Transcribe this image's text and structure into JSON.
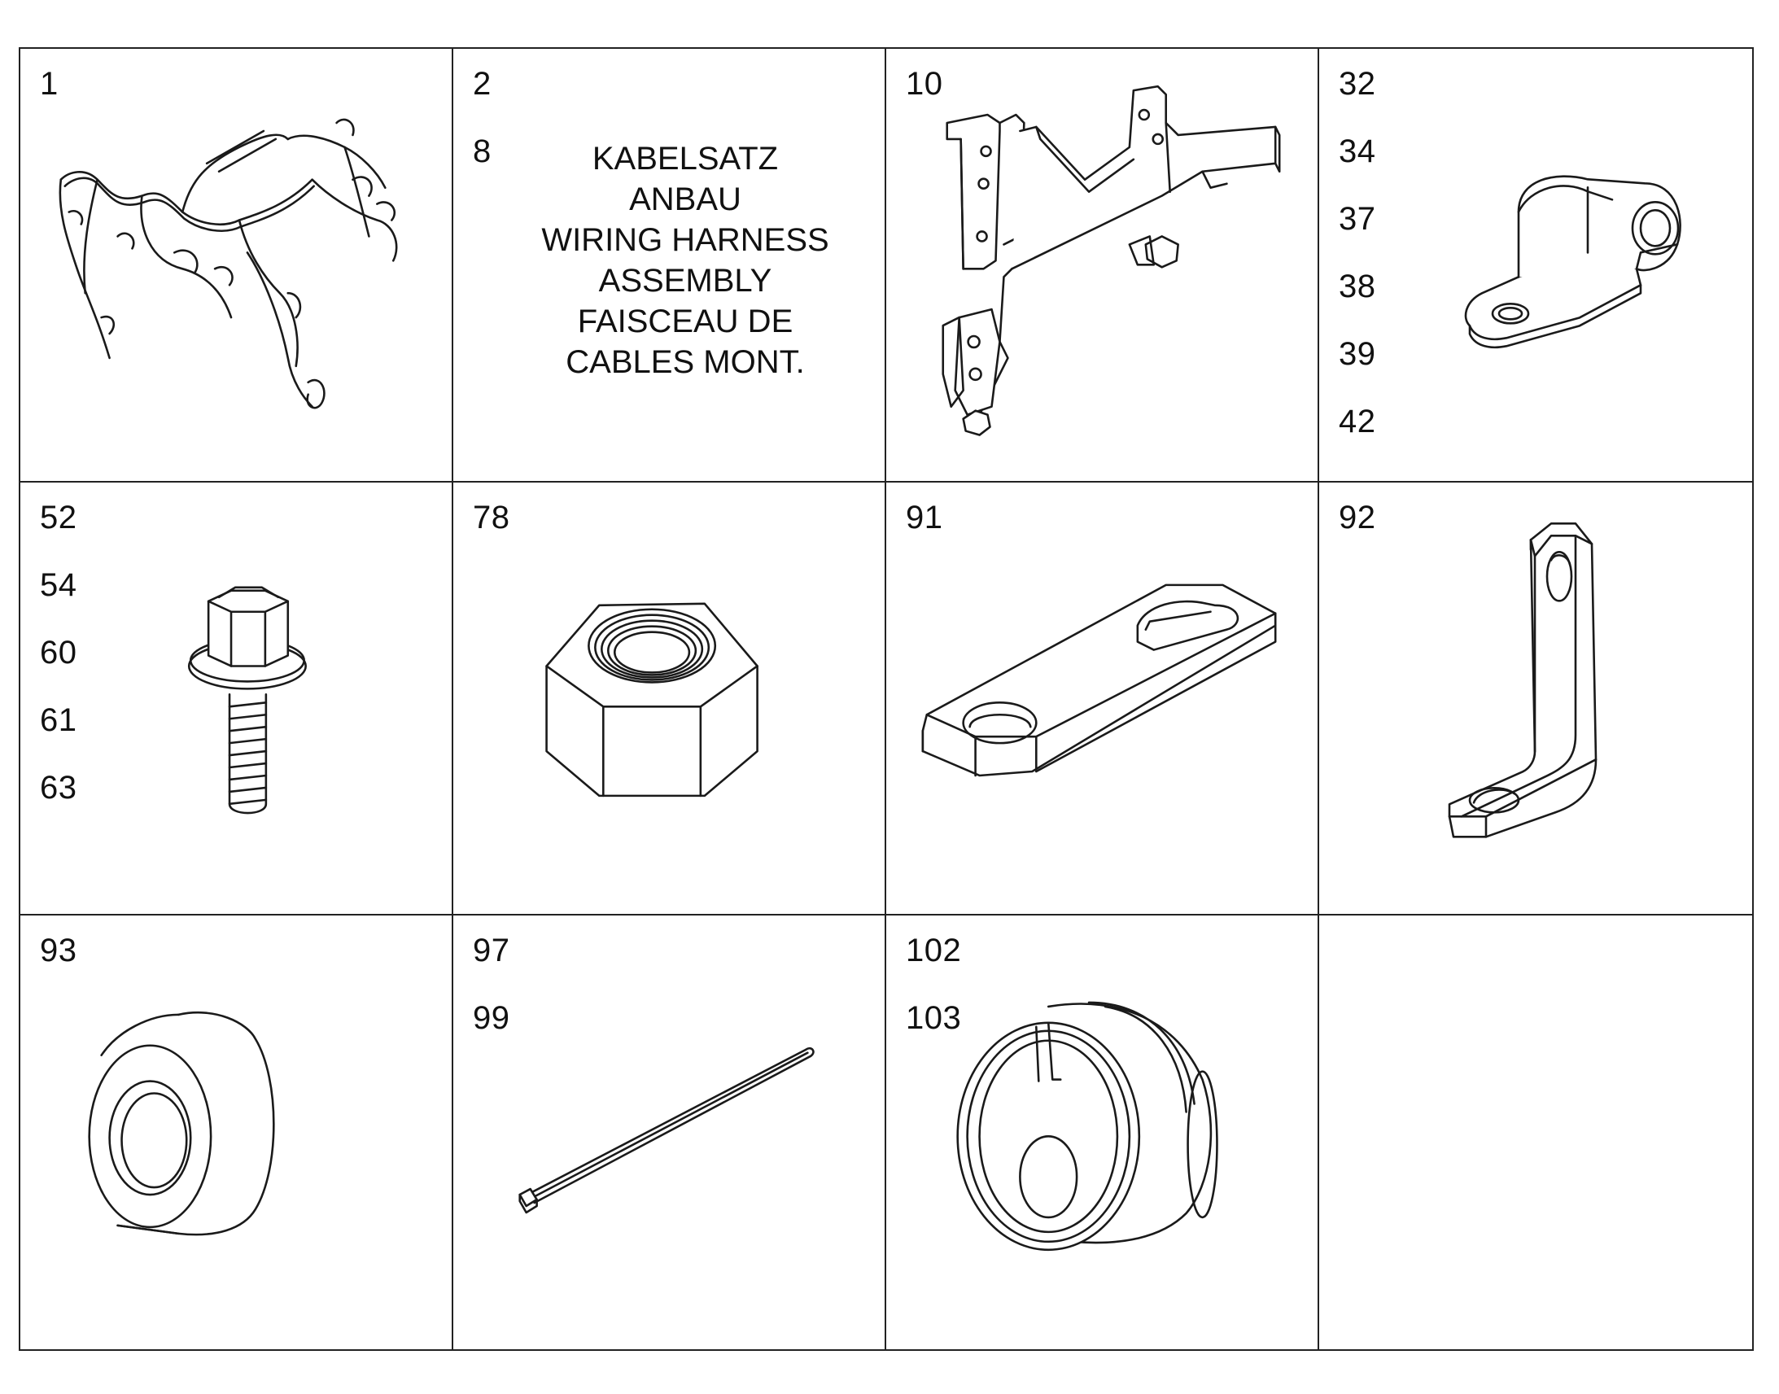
{
  "cells": [
    {
      "numbers": [
        "1"
      ],
      "icon": "wiring-harness-icon"
    },
    {
      "numbers": [
        "2",
        "8"
      ],
      "caption": [
        "KABELSATZ",
        "ANBAU",
        "WIRING HARNESS",
        "ASSEMBLY",
        "FAISCEAU DE",
        "CABLES MONT."
      ]
    },
    {
      "numbers": [
        "10"
      ],
      "icon": "bracket-icon"
    },
    {
      "numbers": [
        "32",
        "34",
        "37",
        "38",
        "39",
        "42"
      ],
      "icon": "cable-clamp-icon"
    },
    {
      "numbers": [
        "52",
        "54",
        "60",
        "61",
        "63"
      ],
      "icon": "flange-bolt-icon"
    },
    {
      "numbers": [
        "78"
      ],
      "icon": "hex-nut-icon"
    },
    {
      "numbers": [
        "91"
      ],
      "icon": "slotted-plate-icon"
    },
    {
      "numbers": [
        "92"
      ],
      "icon": "angle-bracket-icon"
    },
    {
      "numbers": [
        "93"
      ],
      "icon": "spacer-icon"
    },
    {
      "numbers": [
        "97",
        "99"
      ],
      "icon": "cable-tie-icon"
    },
    {
      "numbers": [
        "102",
        "103"
      ],
      "icon": "grommet-icon"
    },
    {
      "numbers": [],
      "icon": ""
    }
  ]
}
